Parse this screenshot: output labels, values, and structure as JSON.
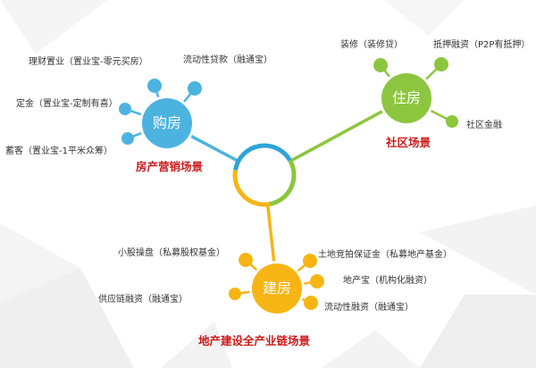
{
  "diagram": {
    "center": {
      "ring_color": "#2ea4d8"
    },
    "branches": [
      {
        "id": "goufang",
        "hub_label": "购房",
        "scene_title": "房产营销场景",
        "color": "#4cb3e0",
        "leaves": [
          {
            "label": "理财置业（置业宝-零元买房）"
          },
          {
            "label": "流动性贷款（融通宝）"
          },
          {
            "label": "定金（置业宝-定制有喜）"
          },
          {
            "label": "蓄客（置业宝-1平米众筹）"
          }
        ]
      },
      {
        "id": "zhufang",
        "hub_label": "住房",
        "scene_title": "社区场景",
        "color": "#8cc63f",
        "leaves": [
          {
            "label": "装修（装修贷）"
          },
          {
            "label": "抵押融资（P2P有抵押）"
          },
          {
            "label": "社区金融"
          }
        ]
      },
      {
        "id": "jianfang",
        "hub_label": "建房",
        "scene_title": "地产建设全产业链场景",
        "color": "#f7b514",
        "leaves": [
          {
            "label": "小股操盘（私募股权基金）"
          },
          {
            "label": "供应链融资（融通宝）"
          },
          {
            "label": "土地竞拍保证金（私募地产基金）"
          },
          {
            "label": "地产宝（机构化融资）"
          },
          {
            "label": "流动性融资（融通宝）"
          }
        ]
      }
    ]
  }
}
